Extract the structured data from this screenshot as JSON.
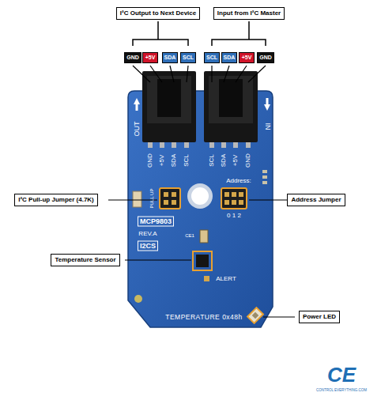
{
  "diagram": {
    "nodes": [
      {
        "text": [
          "I²C Output to Next Device"
        ]
      },
      {
        "text": [
          "Input from I²C Master"
        ]
      },
      {
        "text": [
          "GND"
        ]
      },
      {
        "text": [
          "+5V"
        ]
      },
      {
        "text": [
          "SDA"
        ]
      },
      {
        "text": [
          "SCL"
        ]
      },
      {
        "text": [
          "SCL"
        ]
      },
      {
        "text": [
          "SDA"
        ]
      },
      {
        "text": [
          "+5V"
        ]
      },
      {
        "text": [
          "GND"
        ]
      },
      {
        "text": [
          "I²C Pull-up Jumper (4.7K)"
        ]
      },
      {
        "text": [
          "Address Jumper"
        ]
      },
      {
        "text": [
          "Temperature Sensor"
        ]
      },
      {
        "text": [
          "Power LED"
        ]
      }
    ],
    "labels": [
      "OUT",
      "IN",
      "GND",
      "+5V",
      "SDA",
      "SCL",
      "SCL",
      "SDA",
      "+5V",
      "GND",
      "Address:",
      "0 1 2",
      "PULL UP",
      "MCP9803",
      "REV.A",
      "I2CS",
      "CE1",
      "ALERT",
      "TEMPERATURE 0x48h",
      "CE",
      "CONTROL EVERYTHING.COM"
    ]
  }
}
